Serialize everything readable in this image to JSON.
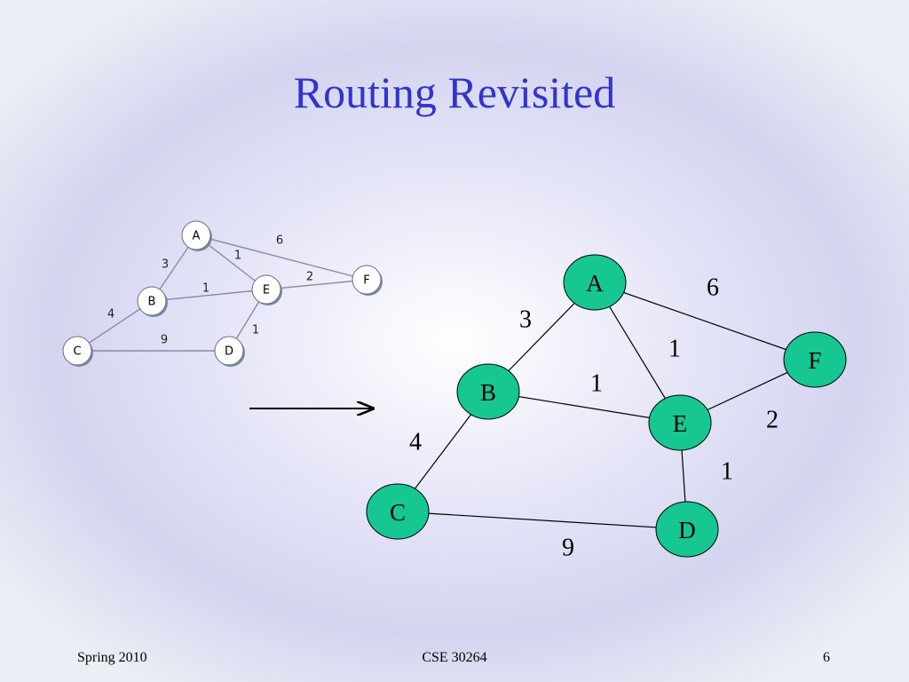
{
  "slide": {
    "title": "Routing Revisited",
    "footer_left": "Spring 2010",
    "footer_center": "CSE 30264",
    "footer_right": "6"
  },
  "graph": {
    "nodes": [
      "A",
      "B",
      "C",
      "D",
      "E",
      "F"
    ],
    "edges": [
      {
        "from": "A",
        "to": "B",
        "weight": "3"
      },
      {
        "from": "A",
        "to": "E",
        "weight": "1"
      },
      {
        "from": "A",
        "to": "F",
        "weight": "6"
      },
      {
        "from": "B",
        "to": "E",
        "weight": "1"
      },
      {
        "from": "B",
        "to": "C",
        "weight": "4"
      },
      {
        "from": "E",
        "to": "F",
        "weight": "2"
      },
      {
        "from": "E",
        "to": "D",
        "weight": "1"
      },
      {
        "from": "C",
        "to": "D",
        "weight": "9"
      }
    ]
  },
  "colors": {
    "title": "#3333cc",
    "node_fill_large": "#16c791",
    "node_fill_small": "#ffffff",
    "edge_large": "#000000",
    "edge_small": "#8a8aa8"
  }
}
